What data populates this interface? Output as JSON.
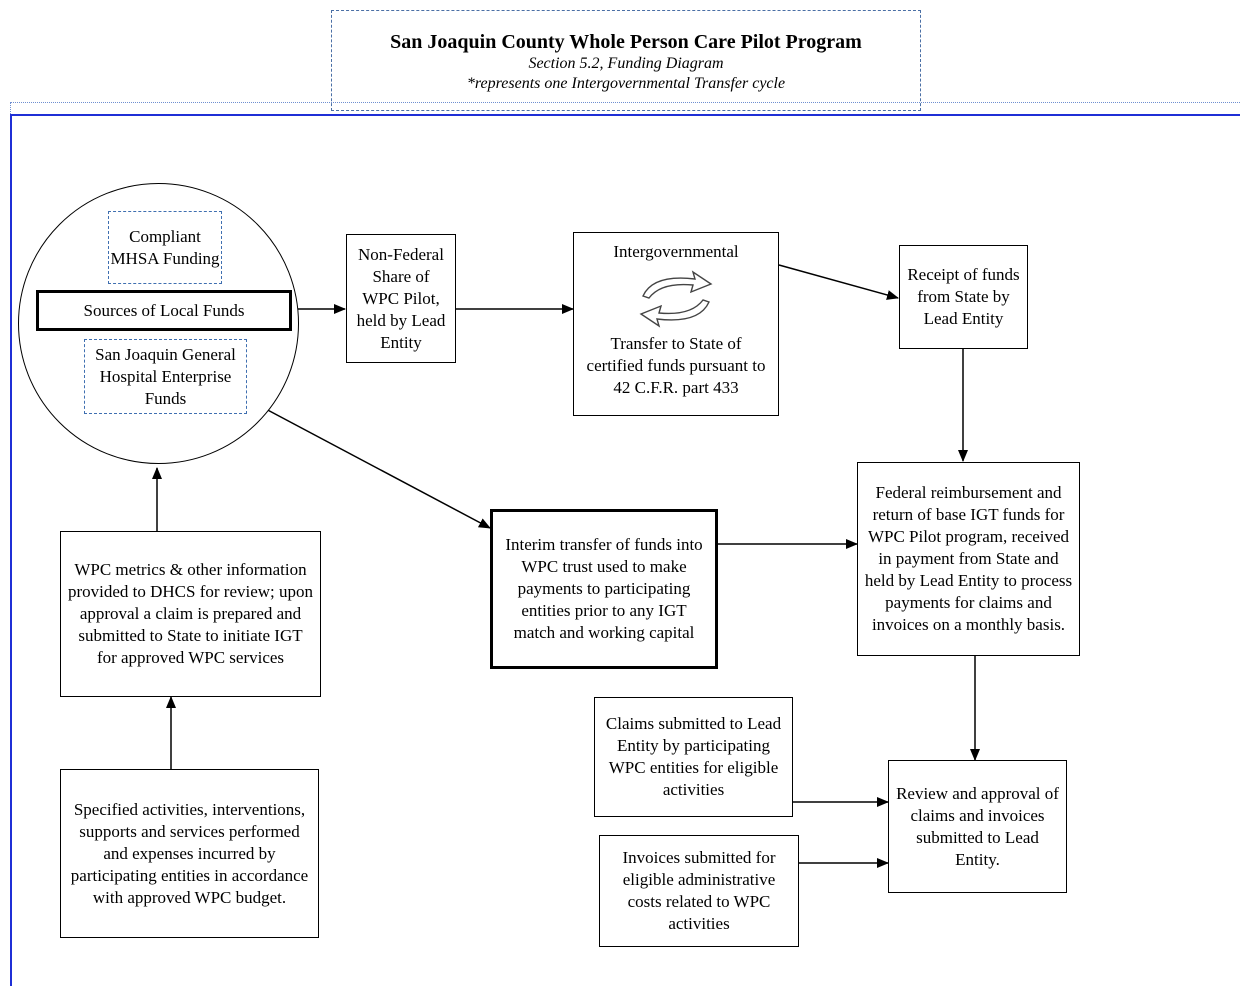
{
  "header": {
    "title": "San Joaquin County Whole Person Care Pilot Program",
    "subtitle": "Section 5.2, Funding Diagram",
    "note": "*represents one Intergovernmental Transfer cycle"
  },
  "nodes": {
    "compliant_mhsa": "Compliant MHSA Funding",
    "sources_local_funds": "Sources of Local Funds",
    "sjgh_enterprise": "San Joaquin General Hospital Enterprise Funds",
    "non_federal_share": "Non-Federal Share of WPC Pilot, held by Lead Entity",
    "igt_title": "Intergovernmental",
    "igt_body": "Transfer to State of certified funds pursuant to 42 C.F.R. part 433",
    "receipt_funds": "Receipt of funds from State by Lead Entity",
    "federal_reimbursement": "Federal reimbursement and return of base IGT funds for WPC Pilot program, received in payment from State and held by Lead Entity to process payments for claims and invoices on a monthly basis.",
    "interim_transfer": "Interim transfer of funds into WPC trust used to make payments to participating entities prior to any IGT match and working capital",
    "wpc_metrics": "WPC metrics & other information provided to DHCS for review; upon approval a claim is prepared and submitted to State to initiate IGT for approved WPC services",
    "specified_activities": "Specified activities, interventions, supports and services performed and expenses incurred by participating entities in accordance with approved WPC budget.",
    "claims_submitted": "Claims submitted to Lead Entity by participating WPC entities for eligible activities",
    "invoices_submitted": "Invoices submitted for eligible administrative costs related to WPC activities",
    "review_approval": "Review and approval of claims and invoices submitted to Lead Entity."
  },
  "colors": {
    "frame": "#1f2fd6",
    "dashed_border": "#3f6fb0",
    "line": "#000000"
  },
  "icons": {
    "igt_cycle": "cycle-arrows-icon"
  }
}
